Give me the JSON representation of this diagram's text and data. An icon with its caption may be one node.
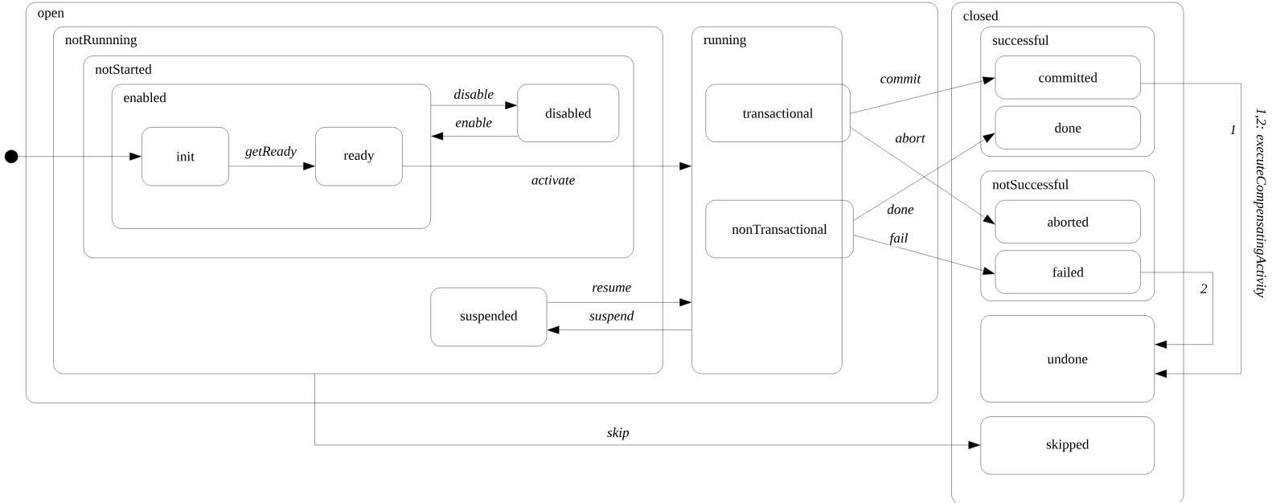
{
  "diagram": {
    "nodes": [
      {
        "text": [
          "open"
        ]
      },
      {
        "text": [
          "notRunnning"
        ],
        "in": 0
      },
      {
        "text": [
          "notStarted"
        ],
        "in": 1
      },
      {
        "text": [
          "enabled"
        ],
        "in": 2
      },
      {
        "text": [
          "init"
        ],
        "in": 3
      },
      {
        "text": [
          "ready"
        ],
        "in": 3
      },
      {
        "text": [
          "disabled"
        ],
        "in": 2
      },
      {
        "text": [
          "suspended"
        ],
        "in": 1
      },
      {
        "text": [
          "running"
        ],
        "in": 0
      },
      {
        "text": [
          "transactional"
        ],
        "in": 8
      },
      {
        "text": [
          "nonTransactional"
        ],
        "in": 8
      },
      {
        "text": [
          "closed"
        ]
      },
      {
        "text": [
          "successful"
        ],
        "in": 11
      },
      {
        "text": [
          "committed"
        ],
        "in": 12
      },
      {
        "text": [
          "done"
        ],
        "in": 12
      },
      {
        "text": [
          "notSuccessful"
        ],
        "in": 11
      },
      {
        "text": [
          "aborted"
        ],
        "in": 15
      },
      {
        "text": [
          "failed"
        ],
        "in": 15
      },
      {
        "text": [
          "undone"
        ],
        "in": 11
      },
      {
        "text": [
          "skipped"
        ],
        "in": 11
      },
      {
        "text": [],
        "shape": "circle"
      }
    ],
    "edges": [
      {
        "from": 20,
        "to": 4,
        "arrow": "to"
      },
      {
        "from": 4,
        "to": 5,
        "arrow": "to",
        "label": "getReady"
      },
      {
        "from": 3,
        "to": 6,
        "arrow": "to",
        "label": "disable"
      },
      {
        "from": 6,
        "to": 3,
        "arrow": "to",
        "label": "enable"
      },
      {
        "from": 5,
        "to": 8,
        "arrow": "to",
        "label": "activate"
      },
      {
        "from": 7,
        "to": 8,
        "arrow": "to",
        "label": "resume"
      },
      {
        "from": 8,
        "to": 7,
        "arrow": "to",
        "label": "suspend"
      },
      {
        "from": 9,
        "to": 13,
        "arrow": "to",
        "label": "commit"
      },
      {
        "from": 9,
        "to": 16,
        "arrow": "to",
        "label": "abort"
      },
      {
        "from": 10,
        "to": 14,
        "arrow": "to",
        "label": "done"
      },
      {
        "from": 10,
        "to": 17,
        "arrow": "to",
        "label": "fail"
      },
      {
        "from": 13,
        "to": 18,
        "arrow": "to",
        "label": "1"
      },
      {
        "from": 17,
        "to": 18,
        "arrow": "to",
        "label": "2"
      },
      {
        "from": 1,
        "to": 19,
        "arrow": "to",
        "label": "skip"
      }
    ],
    "labels": [
      "1,2: executeCompensatingActivity"
    ]
  }
}
